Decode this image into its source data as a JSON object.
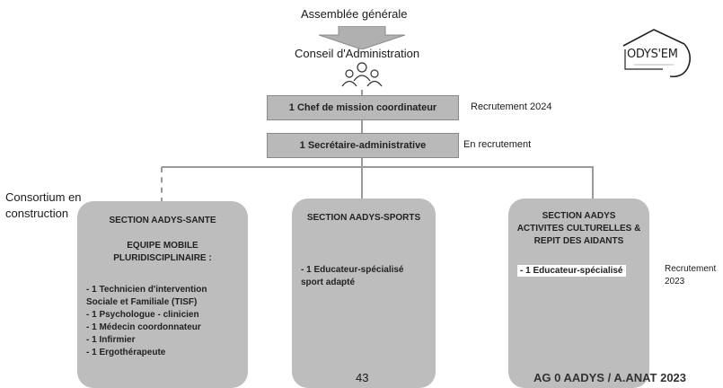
{
  "top": {
    "assembly": "Assemblée générale",
    "council": "Conseil d'Administration"
  },
  "logo": {
    "text": "ODYS'EM"
  },
  "coordinator": {
    "label": "1 Chef de mission coordinateur",
    "note": "Recrutement 2024"
  },
  "secretary": {
    "label": "1 Secrétaire-administrative",
    "note": "En recrutement"
  },
  "consortium": {
    "line1": "Consortium en",
    "line2": "construction"
  },
  "sections": {
    "sante": {
      "title": "SECTION AADYS-SANTE",
      "subtitle1": "EQUIPE MOBILE",
      "subtitle2": "PLURIDISCIPLINAIRE :",
      "items": [
        "- 1 Technicien d'intervention",
        "Sociale et Familiale (TISF)",
        "- 1 Psychologue - clinicien",
        "- 1 Médecin coordonnateur",
        "- 1 Infirmier",
        "- 1 Ergothérapeute"
      ]
    },
    "sports": {
      "title": "SECTION AADYS-SPORTS",
      "item1": "- 1 Educateur-spécialisé",
      "item2": "sport adapté"
    },
    "culture": {
      "title1": "SECTION AADYS",
      "title2": "ACTIVITES CULTURELLES &",
      "title3": "REPIT DES AIDANTS",
      "item": "- 1 Educateur-spécialisé",
      "note1": "Recrutement",
      "note2": "2023"
    }
  },
  "footer": {
    "page_number": "43",
    "ref": "AG 0 AADYS / A.ANAT 2023"
  }
}
